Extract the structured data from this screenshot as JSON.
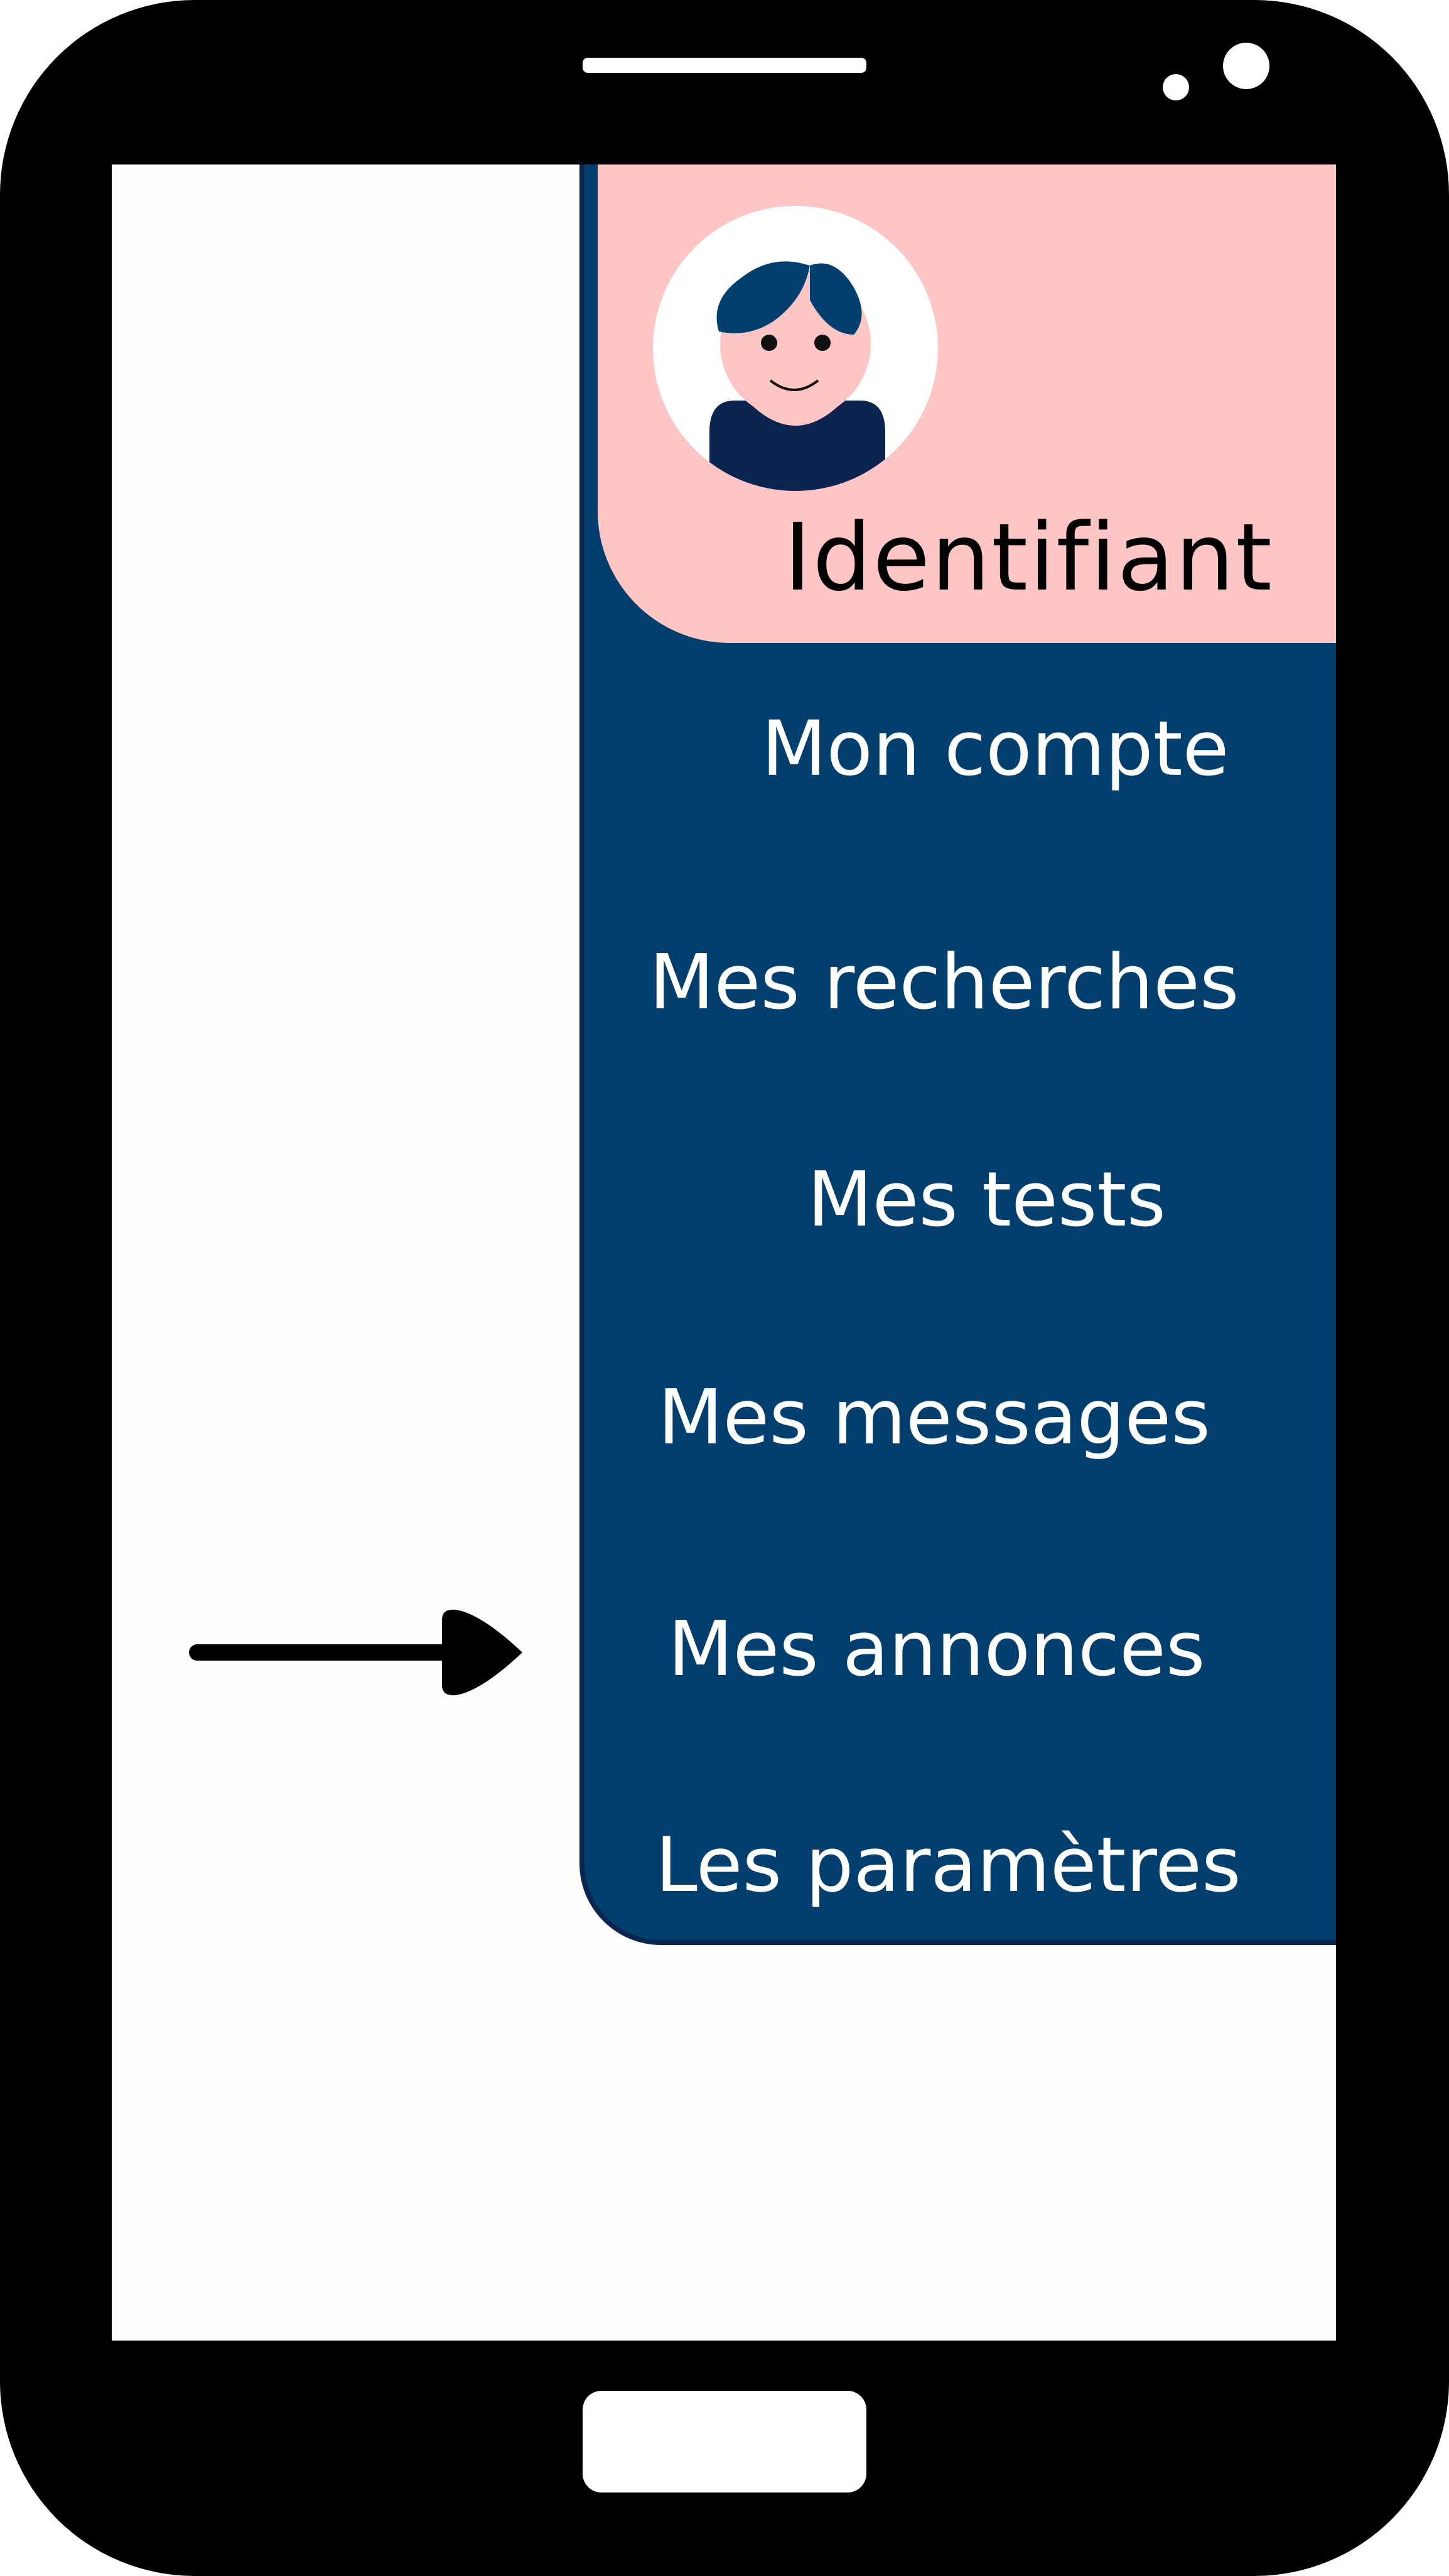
{
  "colors": {
    "device_frame": "#000000",
    "screen_background": "#fdfdfd",
    "drawer_background": "#033f6e",
    "drawer_border": "#0b2550",
    "header_background": "#fec5c5",
    "menu_text": "#ffffff",
    "identifier_text": "#000000"
  },
  "drawer": {
    "header": {
      "avatar_icon": "user-avatar-icon",
      "identifier_label": "Identifiant"
    },
    "menu": {
      "items": [
        {
          "label": "Mon compte"
        },
        {
          "label": "Mes recherches"
        },
        {
          "label": "Mes tests"
        },
        {
          "label": "Mes messages"
        },
        {
          "label": "Mes annonces"
        },
        {
          "label": "Les paramètres"
        }
      ]
    }
  },
  "annotation": {
    "arrow_icon": "arrow-right-icon",
    "points_to": "Mes annonces"
  }
}
